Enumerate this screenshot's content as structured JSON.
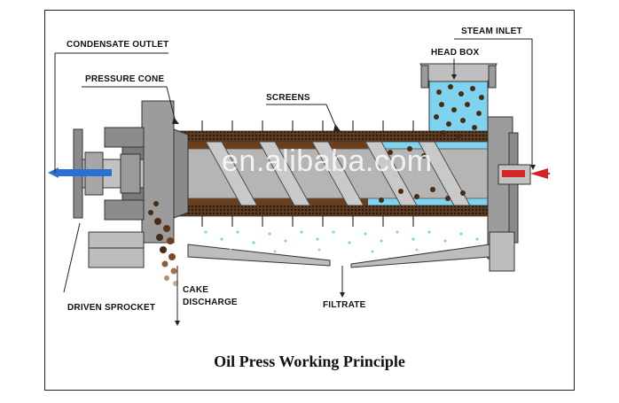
{
  "title": "Oil Press Working Principle",
  "watermark": "en.alibaba.com",
  "labels": {
    "condensate_outlet": "CONDENSATE OUTLET",
    "pressure_cone": "PRESSURE CONE",
    "screens": "SCREENS",
    "steam_inlet": "STEAM INLET",
    "head_box": "HEAD BOX",
    "driven_sprocket": "DRIVEN SPROCKET",
    "cake_discharge_line1": "CAKE",
    "cake_discharge_line2": "DISCHARGE",
    "filtrate": "FILTRATE"
  },
  "colors": {
    "machine_gray": "#a9a9a9",
    "dark_gray": "#6e6e6e",
    "water_blue": "#7fd3ee",
    "oil_brown": "#4a2a12",
    "inlet_red": "#d42424",
    "outlet_blue": "#2a6fd4"
  }
}
